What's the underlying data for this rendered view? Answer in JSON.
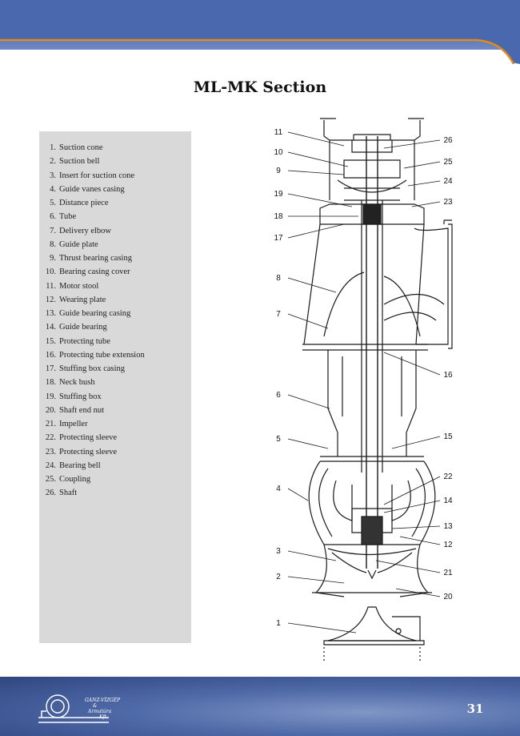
{
  "page": {
    "title": "ML-MK Section",
    "page_number": "31"
  },
  "parts": [
    {
      "num": "1.",
      "label": "Suction cone"
    },
    {
      "num": "2.",
      "label": "Suction bell"
    },
    {
      "num": "3.",
      "label": "Insert for suction cone"
    },
    {
      "num": "4.",
      "label": "Guide vanes casing"
    },
    {
      "num": "5.",
      "label": "Distance piece"
    },
    {
      "num": "6.",
      "label": "Tube"
    },
    {
      "num": "7.",
      "label": "Delivery elbow"
    },
    {
      "num": "8.",
      "label": "Guide plate"
    },
    {
      "num": "9.",
      "label": "Thrust bearing casing"
    },
    {
      "num": "10.",
      "label": "Bearing casing cover"
    },
    {
      "num": "11.",
      "label": "Motor stool"
    },
    {
      "num": "12.",
      "label": "Wearing plate"
    },
    {
      "num": "13.",
      "label": "Guide bearing casing"
    },
    {
      "num": "14.",
      "label": "Guide bearing"
    },
    {
      "num": "15.",
      "label": "Protecting tube"
    },
    {
      "num": "16.",
      "label": "Protecting tube extension"
    },
    {
      "num": "17.",
      "label": "Stuffing box casing"
    },
    {
      "num": "18.",
      "label": "Neck bush"
    },
    {
      "num": "19.",
      "label": "Stuffing box"
    },
    {
      "num": "20.",
      "label": "Shaft end nut"
    },
    {
      "num": "21.",
      "label": "Impeller"
    },
    {
      "num": "22.",
      "label": "Protecting sleeve"
    },
    {
      "num": "23.",
      "label": "Protecting sleeve"
    },
    {
      "num": "24.",
      "label": "Bearing bell"
    },
    {
      "num": "25.",
      "label": "Coupling"
    },
    {
      "num": "26.",
      "label": "Shaft"
    }
  ],
  "diagram": {
    "callouts_left": [
      "11",
      "10",
      "9",
      "19",
      "18",
      "17",
      "8",
      "7",
      "6",
      "5",
      "4",
      "3",
      "2",
      "1"
    ],
    "callouts_right": [
      "26",
      "25",
      "24",
      "23",
      "16",
      "15",
      "22",
      "14",
      "13",
      "12",
      "21",
      "20"
    ]
  },
  "logo": {
    "line1": "GANZ-VÍZGÉP",
    "line2": "&",
    "line3": "Armatúra",
    "line4": "Kft."
  },
  "colors": {
    "band_blue": "#4e6db2",
    "band_orange": "#e08a1e",
    "panel_gray": "#d9d9d9"
  }
}
